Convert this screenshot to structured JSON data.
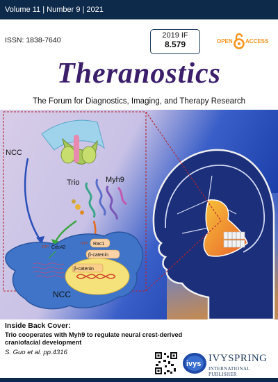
{
  "header": {
    "issue": "Volume 11 | Number 9 | 2021"
  },
  "issn": "ISSN: 1838-7640",
  "impact_factor": {
    "label": "2019 IF",
    "value": "8.579"
  },
  "open_access": {
    "word1": "OPEN",
    "word2": "ACCESS"
  },
  "journal": {
    "title": "Theranostics",
    "subtitle": "The Forum for Diagnostics, Imaging, and Therapy Research"
  },
  "figure": {
    "labels": {
      "ncc_top": "NCC",
      "trio": "Trio",
      "myh9": "Myh9",
      "cdc42": "Cdc42",
      "rac1": "Rac1",
      "beta_catenin_1": "β-catenin",
      "beta_catenin_2": "β-catenin",
      "ncc_bottom": "NCC",
      "gtp1": "GTP",
      "gtp2": "GTP"
    }
  },
  "caption": {
    "heading": "Inside Back Cover:",
    "description": "Trio cooperates with Myh9 to regulate neural crest-derived craniofacial development",
    "authors": "S. Guo et al. pp.4316"
  },
  "publisher": {
    "name": "IVYSPRING",
    "tagline": "INTERNATIONAL PUBLISHER",
    "logo_text": "ivys"
  },
  "colors": {
    "navy": "#0e2a4a",
    "title_purple": "#3b1f6b",
    "oa_orange": "#f7941d"
  }
}
